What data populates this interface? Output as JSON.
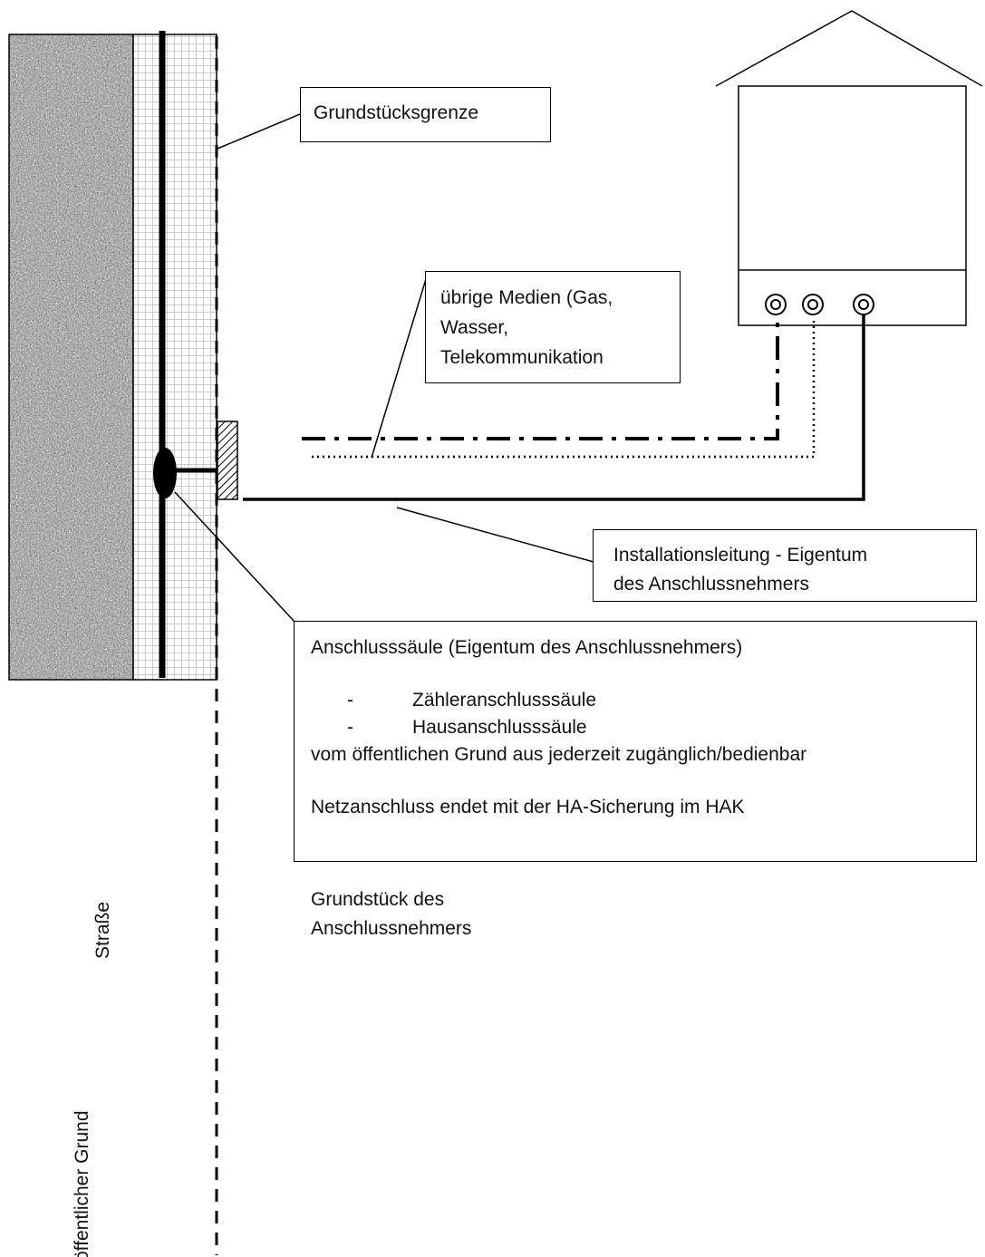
{
  "labels": {
    "property_boundary": "Grundstücksgrenze",
    "other_media": [
      "übrige Medien (Gas,",
      "Wasser,",
      "Telekommunikation"
    ],
    "installation_line": [
      "Installationsleitung - Eigentum",
      "des Anschlussnehmers"
    ],
    "connection_column": {
      "title": "Anschlusssäule (Eigentum des Anschlussnehmers)",
      "bullets": [
        "Zähleranschlusssäule",
        "Hausanschlusssäule"
      ],
      "bullet_marker": "-",
      "access_note": "vom öffentlichen Grund aus jederzeit zugänglich/bedienbar",
      "end_note": "Netzanschluss endet mit der HA-Sicherung im HAK"
    },
    "owner_property": [
      "Grundstück des",
      "Anschlussnehmers"
    ],
    "street": "Straße",
    "public_ground": "öffentlicher Grund"
  },
  "colors": {
    "line": "#000000",
    "road_fill": "#9a9a9a",
    "grid": "#9a9a9a",
    "background": "#ffffff"
  }
}
